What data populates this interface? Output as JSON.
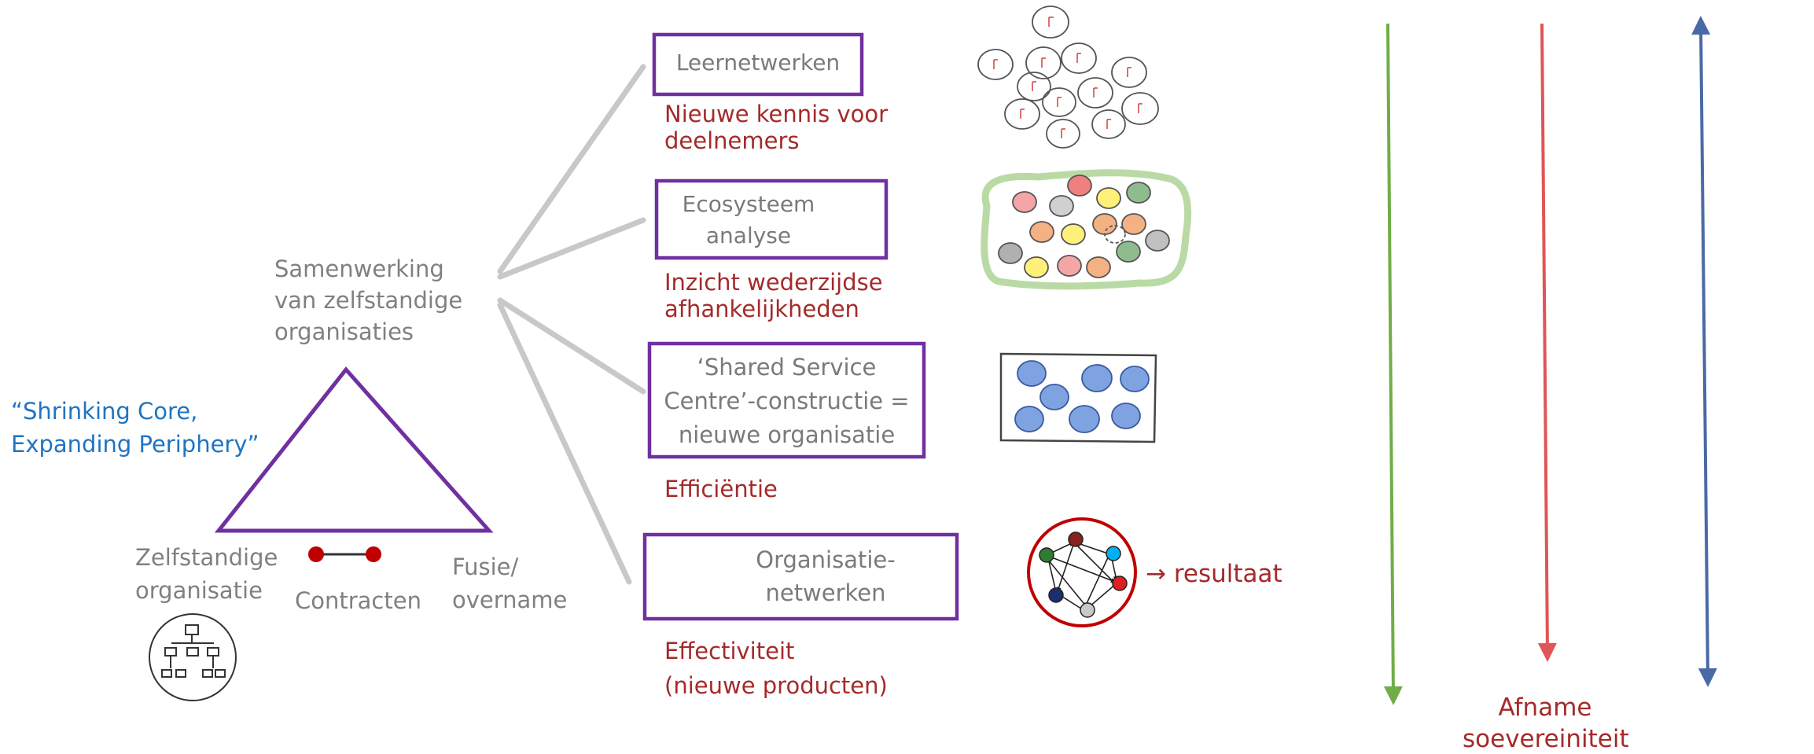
{
  "center": {
    "label": "Samenwerking\nvan zelfstandige\norganisaties"
  },
  "quote": "“Shrinking Core,\nExpanding Periphery”",
  "triangle": {
    "left": "Zelfstandige\norganisatie",
    "middle": "Contracten",
    "right": "Fusie/\novername"
  },
  "boxes": [
    {
      "label": "Leernetwerken",
      "note": "Nieuwe kennis voor\ndeelnemers"
    },
    {
      "label": "Ecosysteem\nanalyse",
      "note": "Inzicht wederzijdse\nafhankelijkheden"
    },
    {
      "label": "‘Shared Service\nCentre’-constructie =\nnieuwe organisatie",
      "note": "Efficiëntie"
    },
    {
      "label": "Organisatie-\nnetwerken",
      "note": "Effectiviteit\n(nieuwe producten)"
    }
  ],
  "result": "→ resultaat",
  "arrows": {
    "caption": "Afname\nsoevereiniteit"
  },
  "colors": {
    "purple": "#7030a0",
    "dark_red": "#a52a2a",
    "quote_blue": "#1f74c2",
    "green_arrow": "#70ad47",
    "red_arrow": "#e05555",
    "blue_arrow": "#4a6aa5",
    "connector_grey": "#c8c8c8"
  }
}
